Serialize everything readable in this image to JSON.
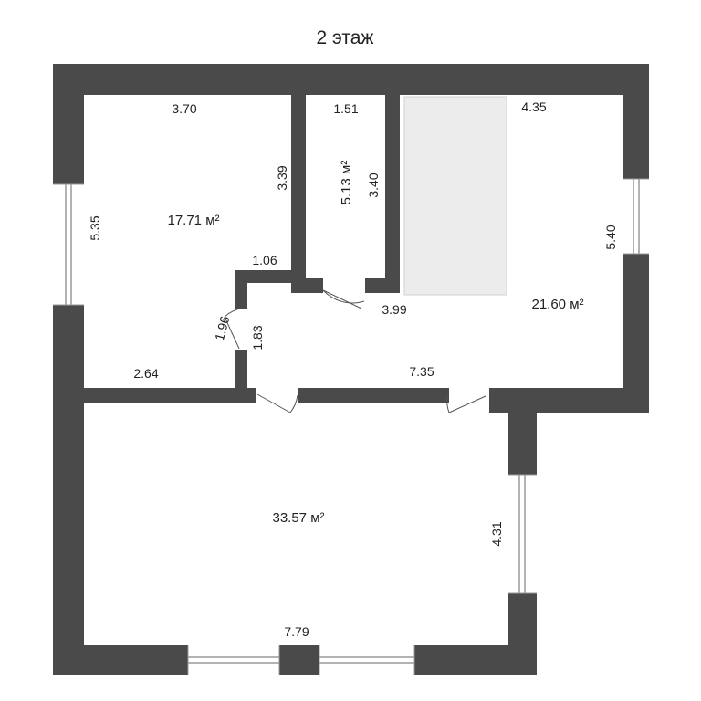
{
  "title": "2 этаж",
  "colors": {
    "wall": "#4a4a4a",
    "stair_fill": "#ececec",
    "window_frame": "#9a9a9a",
    "door_line": "#555555",
    "text": "#222222"
  },
  "rooms": [
    {
      "id": "room-nw",
      "area": "17.71 м²"
    },
    {
      "id": "room-closet",
      "area": "5.13 м²"
    },
    {
      "id": "room-hall",
      "area": "21.60 м²"
    },
    {
      "id": "room-main",
      "area": "33.57 м²"
    }
  ],
  "dimensions": {
    "nw_top": "3.70",
    "nw_left": "5.35",
    "nw_right": "3.39",
    "nw_notch": "1.06",
    "nw_bottom": "2.64",
    "door_diag": "1.96",
    "corridor_left": "1.83",
    "closet_top": "1.51",
    "closet_right": "3.40",
    "hall_top": "4.35",
    "hall_right": "5.40",
    "hall_inner": "3.99",
    "hall_bottom": "7.35",
    "main_right": "4.31",
    "main_bottom": "7.79"
  }
}
